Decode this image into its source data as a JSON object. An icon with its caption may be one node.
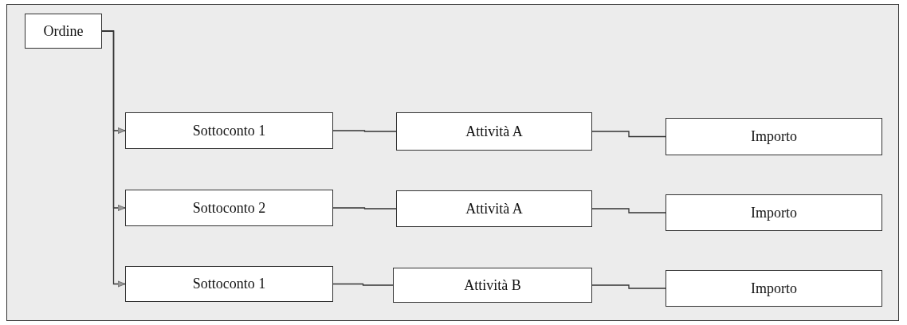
{
  "diagram": {
    "nodes": [
      {
        "text": [
          "Ordine"
        ]
      },
      {
        "text": [
          "Sottoconto 1"
        ]
      },
      {
        "text": [
          "Attività A"
        ]
      },
      {
        "text": [
          "Importo"
        ]
      },
      {
        "text": [
          "Sottoconto 2"
        ]
      },
      {
        "text": [
          "Attività A"
        ]
      },
      {
        "text": [
          "Importo"
        ]
      },
      {
        "text": [
          "Sottoconto 1"
        ]
      },
      {
        "text": [
          "Attività B"
        ]
      },
      {
        "text": [
          "Importo"
        ]
      }
    ],
    "edges": [
      {
        "from": 0,
        "to": 1,
        "arrow": "to"
      },
      {
        "from": 0,
        "to": 4,
        "arrow": "to"
      },
      {
        "from": 0,
        "to": 7,
        "arrow": "to"
      },
      {
        "from": 1,
        "to": 2,
        "arrow": "none"
      },
      {
        "from": 2,
        "to": 3,
        "arrow": "none"
      },
      {
        "from": 4,
        "to": 5,
        "arrow": "none"
      },
      {
        "from": 5,
        "to": 6,
        "arrow": "none"
      },
      {
        "from": 7,
        "to": 8,
        "arrow": "none"
      },
      {
        "from": 8,
        "to": 9,
        "arrow": "none"
      }
    ]
  }
}
